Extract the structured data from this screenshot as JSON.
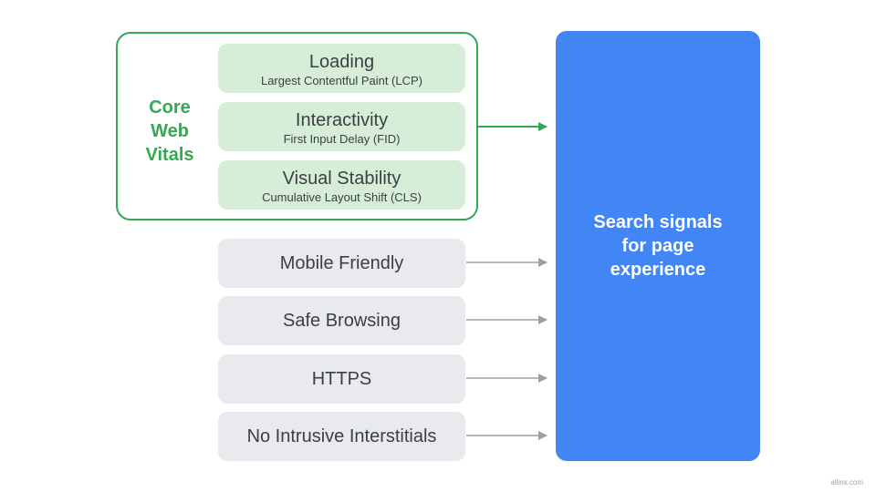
{
  "core_web_vitals": {
    "label_lines": [
      "Core",
      "Web",
      "Vitals"
    ],
    "color": "#34a853",
    "items": [
      {
        "title": "Loading",
        "subtitle": "Largest Contentful Paint (LCP)"
      },
      {
        "title": "Interactivity",
        "subtitle": "First Input Delay (FID)"
      },
      {
        "title": "Visual Stability",
        "subtitle": "Cumulative Layout Shift (CLS)"
      }
    ]
  },
  "other_signals": [
    "Mobile Friendly",
    "Safe Browsing",
    "HTTPS",
    "No Intrusive Interstitials"
  ],
  "target": {
    "lines": [
      "Search signals",
      "for page",
      "experience"
    ],
    "color": "#4285f4"
  },
  "watermark": "allinx.com"
}
